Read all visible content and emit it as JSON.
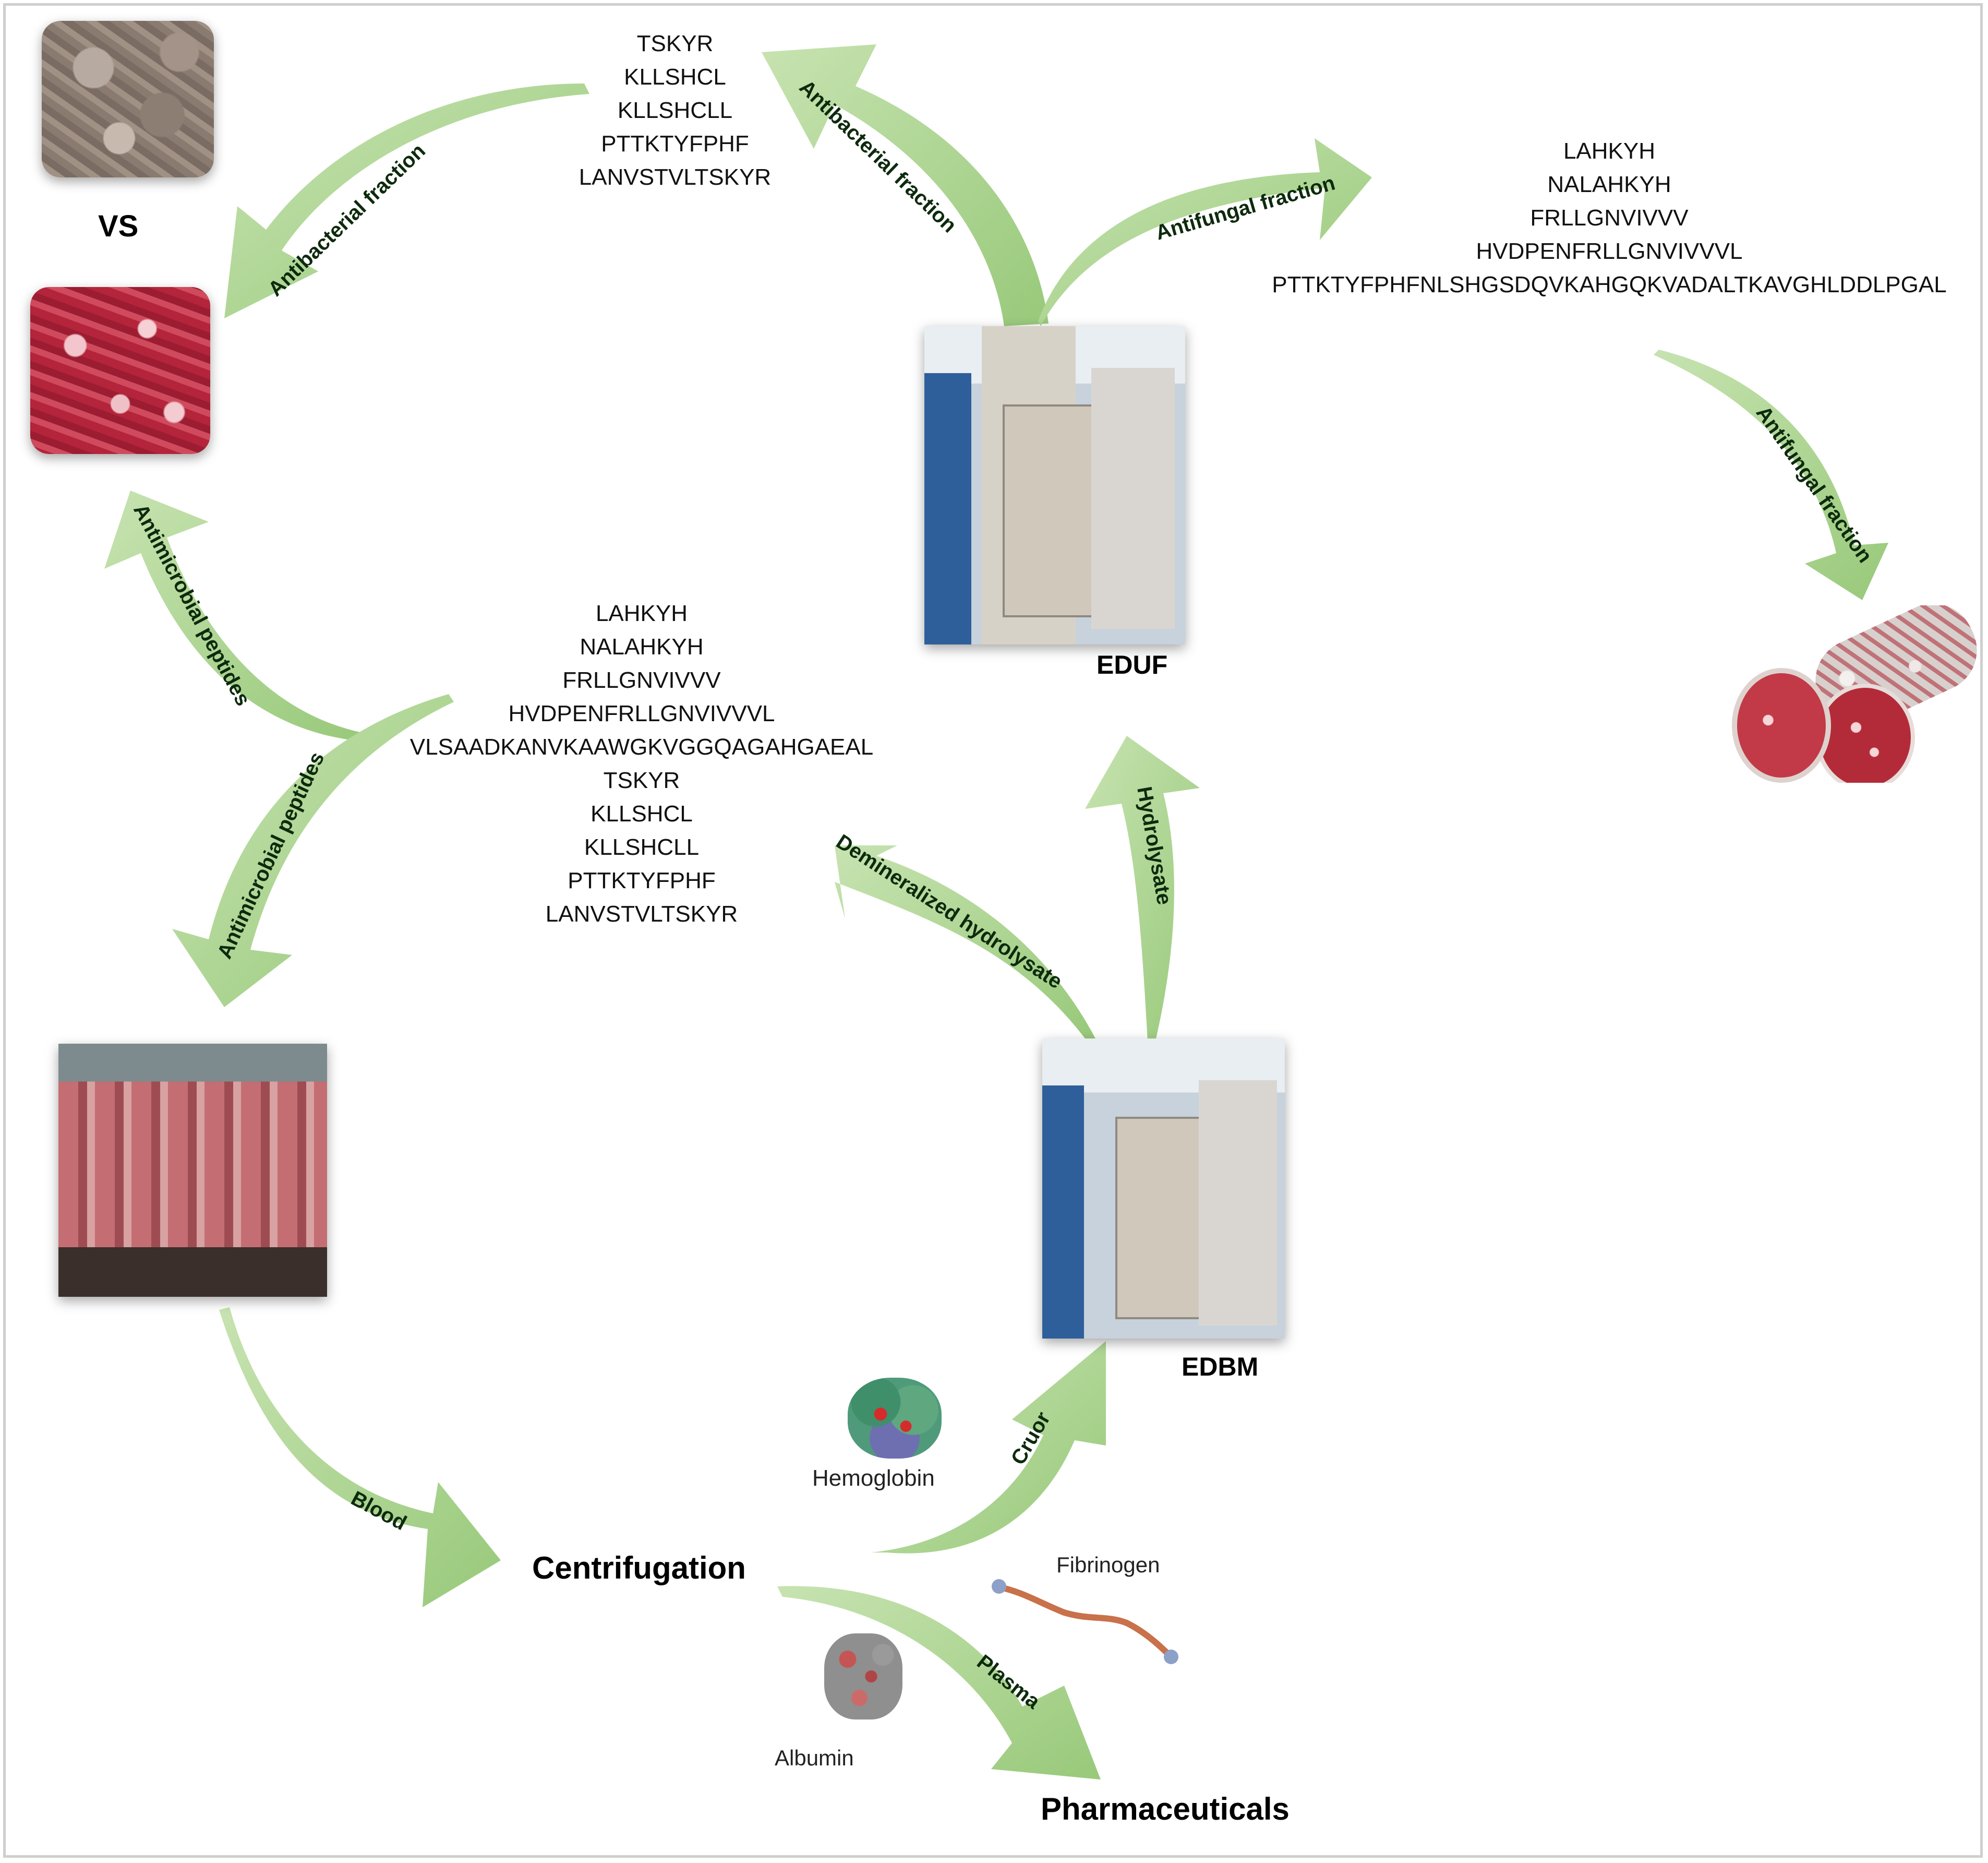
{
  "nodes": {
    "vs": "VS",
    "eduf": "EDUF",
    "edbm": "EDBM",
    "centrifugation": "Centrifugation",
    "pharmaceuticals": "Pharmaceuticals"
  },
  "molecules": {
    "hemoglobin": "Hemoglobin",
    "fibrinogen": "Fibrinogen",
    "albumin": "Albumin"
  },
  "arrow_labels": {
    "antibacterial_left": "Antibacterial fraction",
    "antibacterial_top": "Antibacterial fraction",
    "antifungal_top": "Antifungal fraction",
    "antifungal_right": "Antifungal fraction",
    "antimicrobial_upper": "Antimicrobial peptides",
    "antimicrobial_lower": "Antimicrobial peptides",
    "hydrolysate": "Hydrolysate",
    "demineralized": "Demineralized hydrolysate",
    "blood": "Blood",
    "cruor": "Cruor",
    "plasma": "Plasma"
  },
  "sequences": {
    "antibacterial": [
      "TSKYR",
      "KLLSHCL",
      "KLLSHCLL",
      "PTTKTYFPHF",
      "LANVSTVLTSKYR"
    ],
    "antifungal": [
      "LAHKYH",
      "NALAHKYH",
      "FRLLGNVIVVV",
      "HVDPENFRLLGNVIVVVL",
      "PTTKTYFPHFNLSHGSDQVKAHGQKVADALTKAVGHLDDLPGAL"
    ],
    "antimicrobial": [
      "LAHKYH",
      "NALAHKYH",
      "FRLLGNVIVVV",
      "HVDPENFRLLGNVIVVVL",
      "VLSAADKANVKAAWGKVGGQAGAHGAEAL",
      "TSKYR",
      "KLLSHCL",
      "KLLSHCLL",
      "PTTKTYFPHF",
      "LANVSTVLTSKYR"
    ]
  },
  "colors": {
    "arrow_fill": "#a6d189",
    "arrow_light": "#c7e3b1",
    "frame": "#cfcfcf"
  }
}
